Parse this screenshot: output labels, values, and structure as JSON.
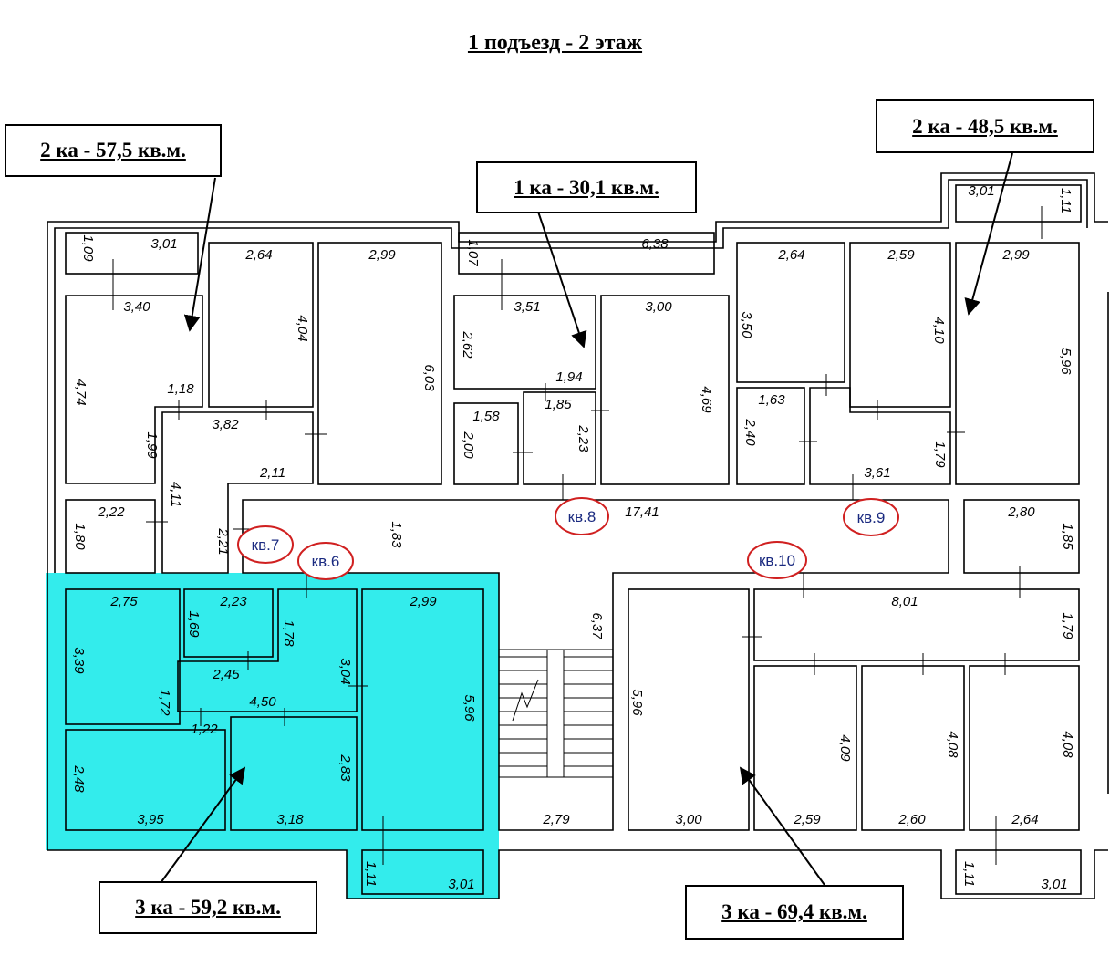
{
  "title": "1 подъезд - 2 этаж",
  "colors": {
    "highlight": "#33ecec",
    "apartment_circle": "#d02020",
    "apartment_text": "#1a2a80"
  },
  "labels": {
    "kv2_57": "2 ка - 57,5 кв.м.",
    "kv1_30": "1 ка - 30,1 кв.м.",
    "kv2_48": "2 ка - 48,5 кв.м.",
    "kv3_59": "3 ка - 59,2 кв.м.",
    "kv3_69": "3 ка - 69,4 кв.м."
  },
  "apartments": {
    "kv6": "кв.6",
    "kv7": "кв.7",
    "kv8": "кв.8",
    "kv9": "кв.9",
    "kv10": "кв.10"
  },
  "dims": {
    "d01": "3,01",
    "d02": "1,09",
    "d03": "3,40",
    "d04": "4,74",
    "d05": "1,18",
    "d06": "1,99",
    "d07": "3,82",
    "d08": "4,11",
    "d09": "2,11",
    "d10": "2,22",
    "d11": "1,80",
    "d12": "2,21",
    "d13": "2,64",
    "d14": "4,04",
    "d15": "2,99",
    "d16": "6,03",
    "d17": "1,07",
    "d18": "6,38",
    "d19": "3,51",
    "d20": "2,62",
    "d21": "1,94",
    "d22": "1,58",
    "d23": "2,00",
    "d24": "1,85",
    "d25": "2,23",
    "d26": "3,00",
    "d27": "4,69",
    "d28": "1,83",
    "d29": "17,41",
    "d30": "2,64",
    "d31": "3,50",
    "d32": "2,59",
    "d33": "4,10",
    "d34": "2,99",
    "d35": "5,96",
    "d36": "3,01",
    "d37": "1,11",
    "d38": "1,63",
    "d39": "2,40",
    "d40": "1,79",
    "d41": "3,61",
    "d42": "2,80",
    "d43": "1,85",
    "d44": "2,75",
    "d45": "3,39",
    "d46": "2,23",
    "d47": "1,69",
    "d48": "1,78",
    "d49": "2,45",
    "d50": "1,72",
    "d51": "3,04",
    "d52": "4,50",
    "d53": "2,99",
    "d54": "5,96",
    "d55": "1,22",
    "d56": "2,48",
    "d57": "3,95",
    "d58": "2,83",
    "d59": "3,18",
    "d60": "1,11",
    "d61": "3,01",
    "d62": "6,37",
    "d63": "2,79",
    "d64": "5,96",
    "d65": "3,00",
    "d66": "8,01",
    "d67": "1,79",
    "d68": "4,09",
    "d69": "2,59",
    "d70": "4,08",
    "d71": "2,60",
    "d72": "4,08",
    "d73": "2,64",
    "d74": "1,11",
    "d75": "3,01"
  }
}
